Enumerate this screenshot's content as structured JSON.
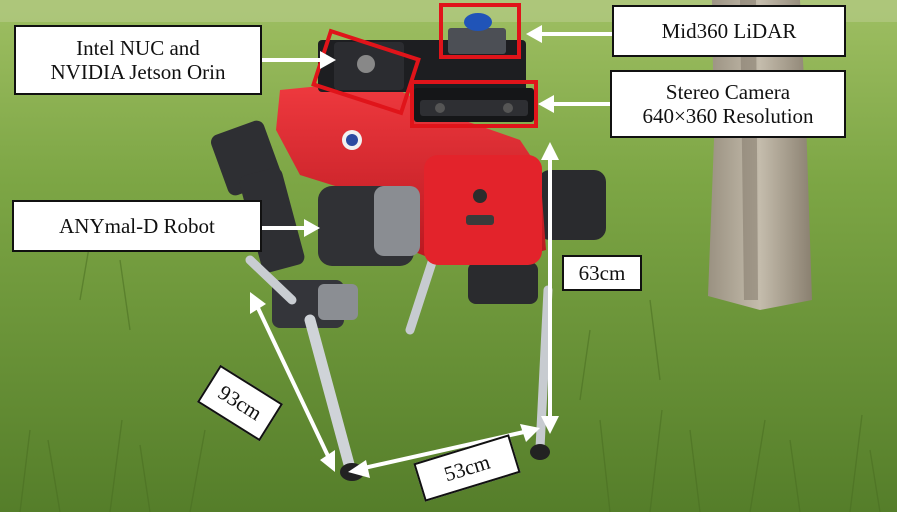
{
  "labels": {
    "nuc": [
      "Intel NUC and",
      "NVIDIA Jetson Orin"
    ],
    "lidar": "Mid360 LiDAR",
    "stereo": [
      "Stereo Camera",
      "640×360 Resolution"
    ],
    "robot": "ANYmal-D Robot",
    "height": "63cm",
    "length": "93cm",
    "width": "53cm"
  },
  "colors": {
    "highlight_box": "#e0141a",
    "arrow": "#ffffff",
    "robot_body": "#e3232b",
    "grass": "#6f9a3a"
  }
}
